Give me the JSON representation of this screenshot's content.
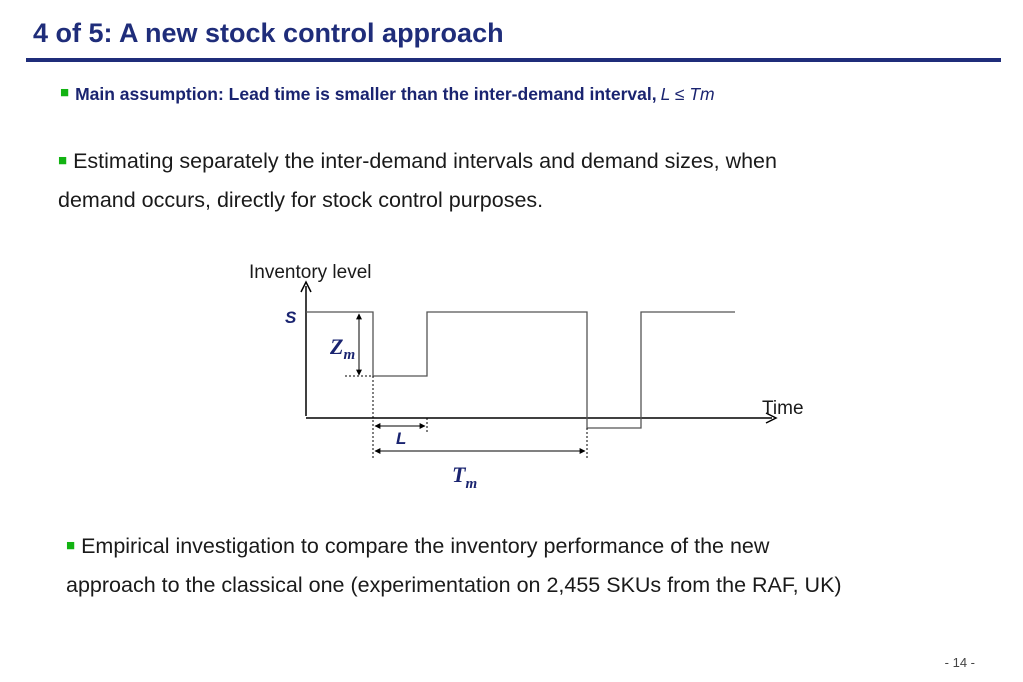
{
  "slide": {
    "title": "4 of 5: A new stock control approach",
    "page_number": "- 14 -",
    "accent_color": "#1f2d7a",
    "bullet_color": "#12b312"
  },
  "bullets": {
    "main_assumption": "Main assumption: Lead time is smaller than the inter-demand interval,",
    "main_assumption_math": "L ≤ Tm",
    "estimating_line1": "Estimating separately the inter-demand intervals and demand sizes, when",
    "estimating_line2": "demand occurs, directly for stock control purposes.",
    "empirical_line1": "Empirical investigation to compare the inventory performance of the new",
    "empirical_line2": "approach to the classical one (experimentation on 2,455 SKUs from the RAF, UK)"
  },
  "diagram": {
    "y_axis_label": "Inventory level",
    "x_axis_label": "Time",
    "level_label": "S",
    "demand_size_main": "Z",
    "demand_size_sub": "m",
    "lead_time_label": "L",
    "interval_main": "T",
    "interval_sub": "m"
  }
}
